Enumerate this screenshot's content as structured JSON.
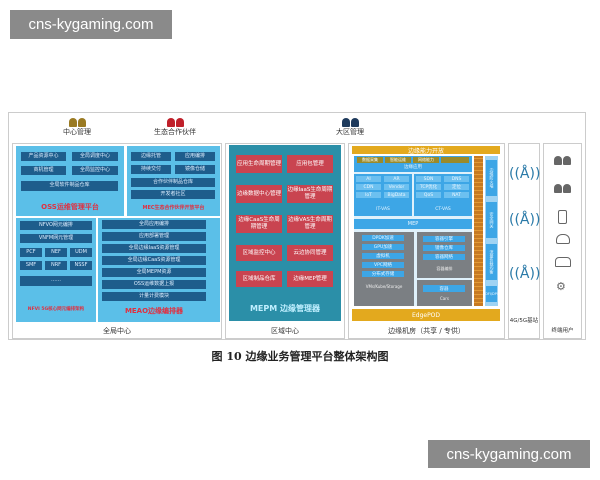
{
  "watermark": "cns-kygaming.com",
  "caption": "图 10  边缘业务管理平台整体架构图",
  "header": {
    "center_mgmt": "中心管理",
    "partner": "生态合作伙伴",
    "region_mgmt": "大区管理"
  },
  "global": {
    "label": "全局中心",
    "oss": {
      "title": "OSS运维管理平台",
      "items": [
        "产品资源中心",
        "全局调度中心",
        "商机管理",
        "全局监控中心",
        "全局软件制品仓库"
      ]
    },
    "mec": {
      "title": "MEC生态合作伙伴开放平台",
      "items": [
        "边缘托管",
        "应用编排",
        "持续交付",
        "镜像仓储",
        "合作伙伴制品仓库",
        "开发者社区"
      ]
    },
    "nfvi": {
      "title": "NFVI 5G核心网元编排架构",
      "items": [
        "NFVO网元编排",
        "VNFM网元管理",
        "PCF",
        "NEF",
        "UDM",
        "SMF",
        "NRF",
        "NSSF",
        "……"
      ]
    },
    "meao": {
      "title": "MEAO边缘编排器",
      "items": [
        "全局应用编排",
        "应用部署管理",
        "全局边缘IaaS资源管理",
        "全局边缘CaaS资源管理",
        "全局MEPM资源",
        "OSS运维数据上报",
        "计量计费模块"
      ]
    }
  },
  "region": {
    "label": "区域中心",
    "title": "MEPM 边缘管理器",
    "items": [
      "应用生命周期管理",
      "应用包管理",
      "边缘数据中心管理",
      "边缘IaaS生命周期管理",
      "边缘CaaS生命周期管理",
      "边缘VAS生命周期管理",
      "区域监控中心",
      "云边协同管理",
      "区域制品仓库",
      "边缘MEP管理"
    ]
  },
  "edge": {
    "label": "边缘机房（共享 / 专供）",
    "top": "边缘能力开放",
    "apps": [
      "数据采集",
      "智能运维",
      "网络能力",
      ""
    ],
    "apps_label": "边缘应用",
    "itvas": {
      "title": "IT-VAS",
      "items": [
        "AI",
        "AR",
        "CDN",
        "Vendor",
        "IoT",
        "BigData"
      ]
    },
    "ctvas": {
      "title": "CT-VAS",
      "items": [
        "SDN",
        "DNS",
        "TCP优化",
        "定位",
        "QoS",
        "NAT"
      ]
    },
    "mep": "MEP",
    "iaas": {
      "title": "VMs/Kube/Storage",
      "items": [
        "DPDK加速",
        "GPU加速",
        "虚拟机",
        "VPC网络",
        "分布式存储"
      ]
    },
    "caas": {
      "title": "容器编排",
      "items": [
        "容器引擎",
        "镜像仓库",
        "容器网络"
      ]
    },
    "cars": {
      "title": "Cars",
      "items": [
        "容器"
      ]
    },
    "side": [
      "边缘防火墙",
      "安全网关",
      "流量负载均衡"
    ],
    "dpi": "DFI/DPI",
    "pod": "EdgePOD"
  },
  "bs": {
    "label": "4G/5G基站"
  },
  "terminal": {
    "label": "终端用户"
  },
  "colors": {
    "oss_panel": "#5bbfe8",
    "mepm": "#2b8fa8",
    "red_button": "#c94450",
    "gold": "#e3a91e"
  }
}
